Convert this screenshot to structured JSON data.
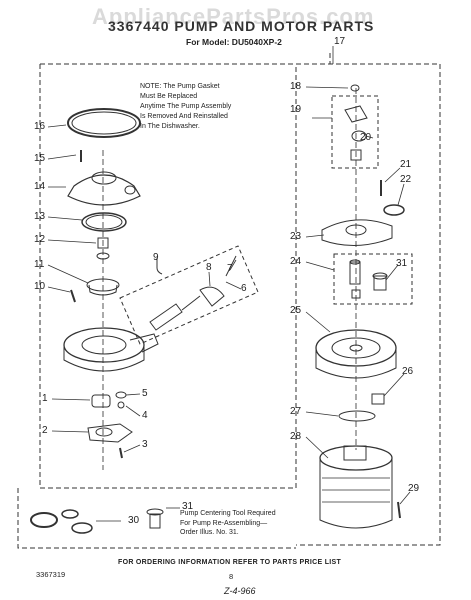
{
  "header": {
    "watermark": "AppliancePartsPros.com",
    "title": "3367440 PUMP AND MOTOR PARTS",
    "subtitle": "For Model: DU5040XP-2"
  },
  "note": {
    "lines": [
      "NOTE: The Pump Gasket",
      "Must Be Replaced",
      "Anytime The Pump Assembly",
      "Is Removed And Reinstalled",
      "In The Dishwasher."
    ]
  },
  "callouts": {
    "c1": "1",
    "c2": "2",
    "c3": "3",
    "c4": "4",
    "c5": "5",
    "c6": "6",
    "c7": "7",
    "c8": "8",
    "c9": "9",
    "c10": "10",
    "c11": "11",
    "c12": "12",
    "c13": "13",
    "c14": "14",
    "c15": "15",
    "c16": "16",
    "c17": "17",
    "c18": "18",
    "c19": "19",
    "c20": "20",
    "c21": "21",
    "c22": "22",
    "c23": "23",
    "c24": "24",
    "c25": "25",
    "c26": "26",
    "c27": "27",
    "c28": "28",
    "c29": "29",
    "c30": "30",
    "c31a": "31",
    "c31b": "31"
  },
  "tool_note": {
    "lines": [
      "Pump Centering Tool Required",
      "For Pump Re-Assembling—",
      "Order Illus. No. 31."
    ]
  },
  "footer": {
    "info": "FOR ORDERING INFORMATION REFER TO PARTS PRICE LIST",
    "doc_number": "3367319",
    "page_number": "8",
    "handwritten": "Z-4-966"
  }
}
